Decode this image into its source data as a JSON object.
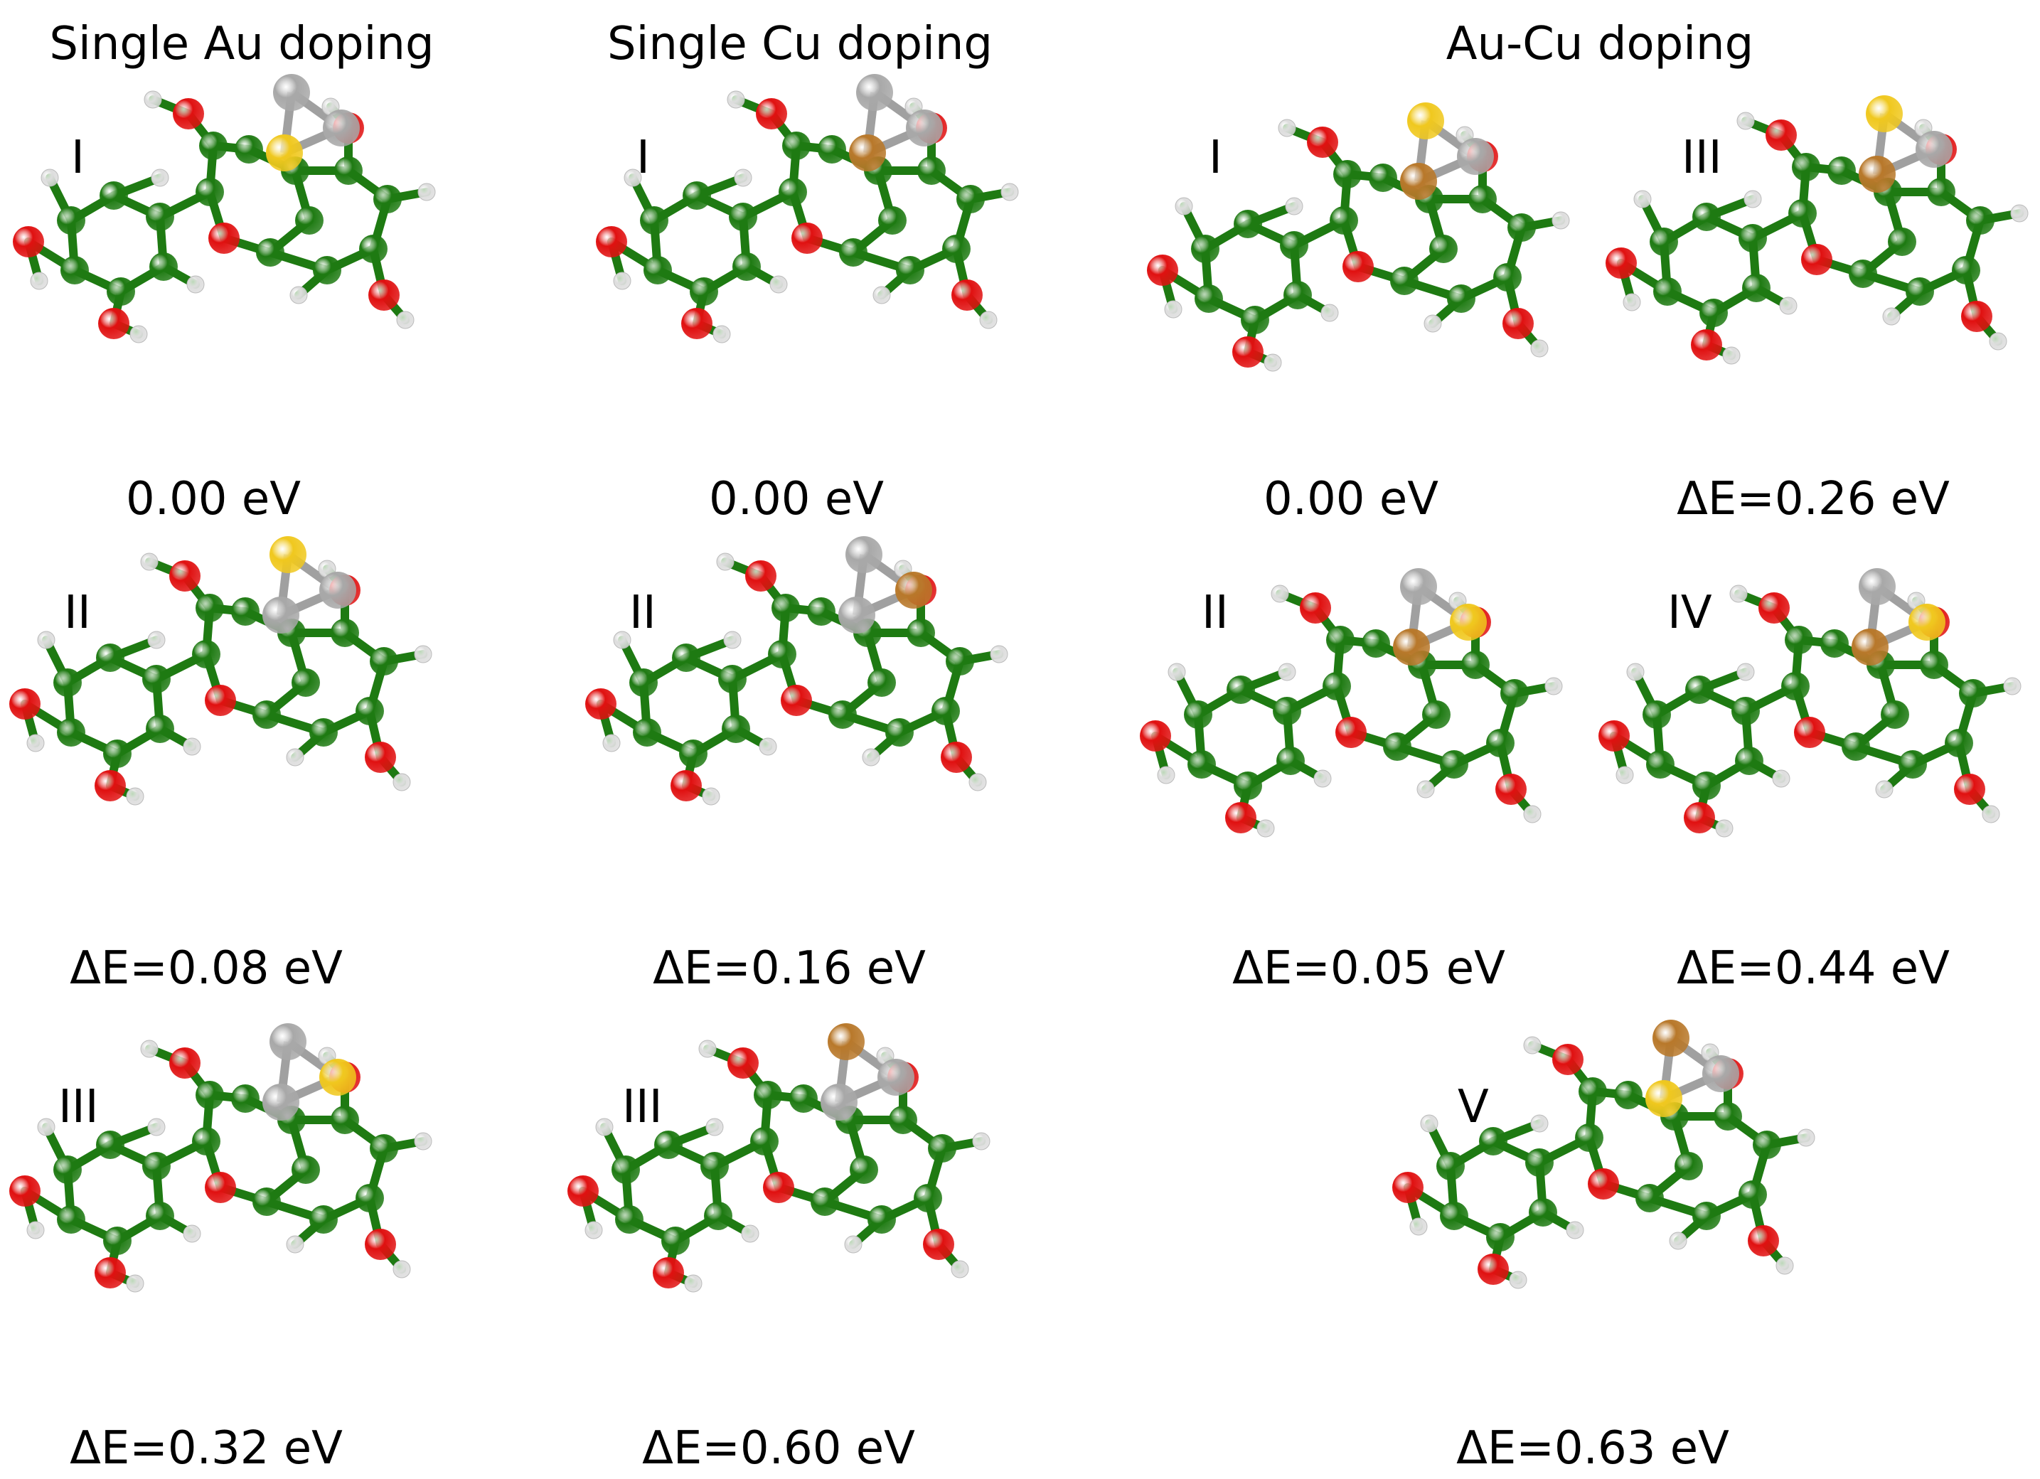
{
  "column_titles": {
    "au": "Single Au doping",
    "cu": "Single Cu doping",
    "aucu": "Au-Cu doping"
  },
  "structures": [
    {
      "label": "I",
      "energy": "0.00 eV",
      "cluster": [
        "gray",
        "gray",
        "gold"
      ]
    },
    {
      "label": "II",
      "energy": "ΔE=0.08 eV",
      "cluster": [
        "gold",
        "gray",
        "gray"
      ]
    },
    {
      "label": "III",
      "energy": "ΔE=0.32 eV",
      "cluster": [
        "gray",
        "gold",
        "gray"
      ]
    },
    {
      "label": "I",
      "energy": "0.00 eV",
      "cluster": [
        "gray",
        "gray",
        "copper"
      ]
    },
    {
      "label": "II",
      "energy": "ΔE=0.16 eV",
      "cluster": [
        "gray",
        "copper",
        "gray"
      ]
    },
    {
      "label": "III",
      "energy": "ΔE=0.60 eV",
      "cluster": [
        "copper",
        "gray",
        "gray"
      ]
    },
    {
      "label": "I",
      "energy": "0.00 eV",
      "cluster": [
        "gold",
        "gray",
        "copper"
      ]
    },
    {
      "label": "II",
      "energy": "ΔE=0.05 eV",
      "cluster": [
        "gray",
        "gold",
        "copper"
      ]
    },
    {
      "label": "III",
      "energy": "ΔE=0.26 eV",
      "cluster": [
        "gold",
        "gray",
        "copper"
      ]
    },
    {
      "label": "IV",
      "energy": "ΔE=0.44 eV",
      "cluster": [
        "gray",
        "gold",
        "copper"
      ]
    },
    {
      "label": "V",
      "energy": "ΔE=0.63 eV",
      "cluster": [
        "copper",
        "gray",
        "gold"
      ]
    }
  ],
  "atom_colors": {
    "carbon": "#1e7a12",
    "oxygen": "#e01010",
    "hydrogen": "#f2f2f2",
    "gold": "#f0c81e",
    "copper": "#b8782a",
    "silver": "#a8a8a8",
    "bond": "#1e7a12"
  }
}
